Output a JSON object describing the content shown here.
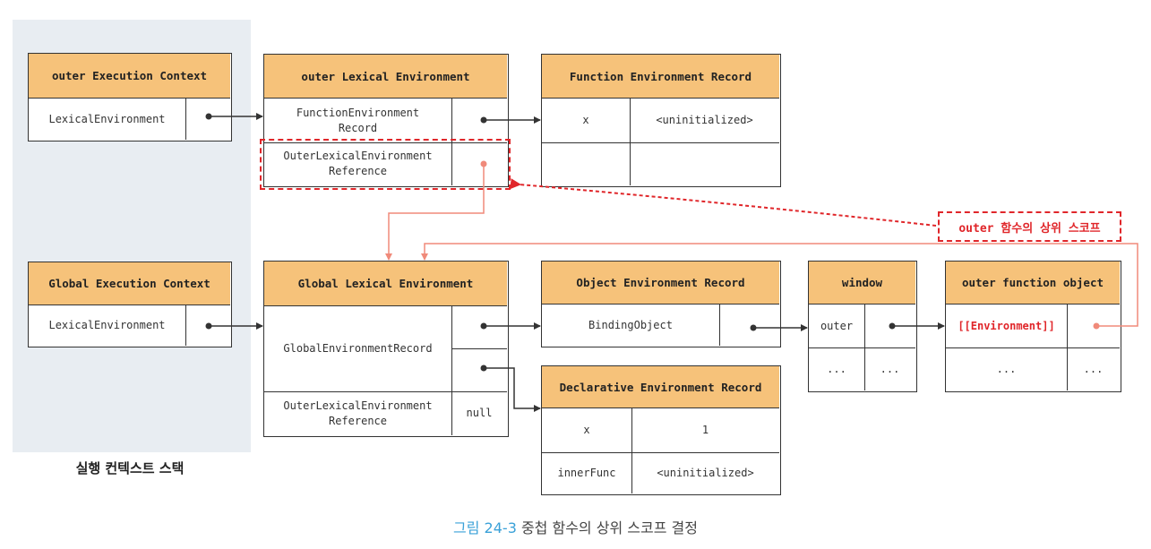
{
  "stack": {
    "label": "실행 컨텍스트 스택"
  },
  "outer_ec": {
    "title": "outer Execution Context",
    "row_label": "LexicalEnvironment"
  },
  "global_ec": {
    "title": "Global Execution Context",
    "row_label": "LexicalEnvironment"
  },
  "outer_le": {
    "title": "outer Lexical Environment",
    "row1": "FunctionEnvironment\nRecord",
    "row2": "OuterLexicalEnvironment\nReference"
  },
  "function_er": {
    "title": "Function Environment Record",
    "rows": [
      {
        "key": "x",
        "value": "<uninitialized>"
      },
      {
        "key": "",
        "value": ""
      }
    ]
  },
  "global_le": {
    "title": "Global Lexical Environment",
    "row1": "GlobalEnvironmentRecord",
    "row2": "OuterLexicalEnvironment\nReference",
    "row2_value": "null"
  },
  "object_er": {
    "title": "Object Environment Record",
    "row_label": "BindingObject"
  },
  "declarative_er": {
    "title": "Declarative Environment Record",
    "rows": [
      {
        "key": "x",
        "value": "1"
      },
      {
        "key": "innerFunc",
        "value": "<uninitialized>"
      }
    ]
  },
  "window": {
    "title": "window",
    "row1": "outer",
    "row2_a": "...",
    "row2_b": "..."
  },
  "outer_fn": {
    "title": "outer function object",
    "row1": "[[Environment]]",
    "row2_a": "...",
    "row2_b": "..."
  },
  "scope_label": "outer 함수의 상위 스코프",
  "caption": {
    "figure": "그림 24-3",
    "text": " 중첩 함수의 상위 스코프 결정"
  },
  "colors": {
    "header": "#f6c27a",
    "highlight": "#e0262a",
    "arrow_light": "#f08a7a",
    "figure_number": "#3aa1d8"
  }
}
